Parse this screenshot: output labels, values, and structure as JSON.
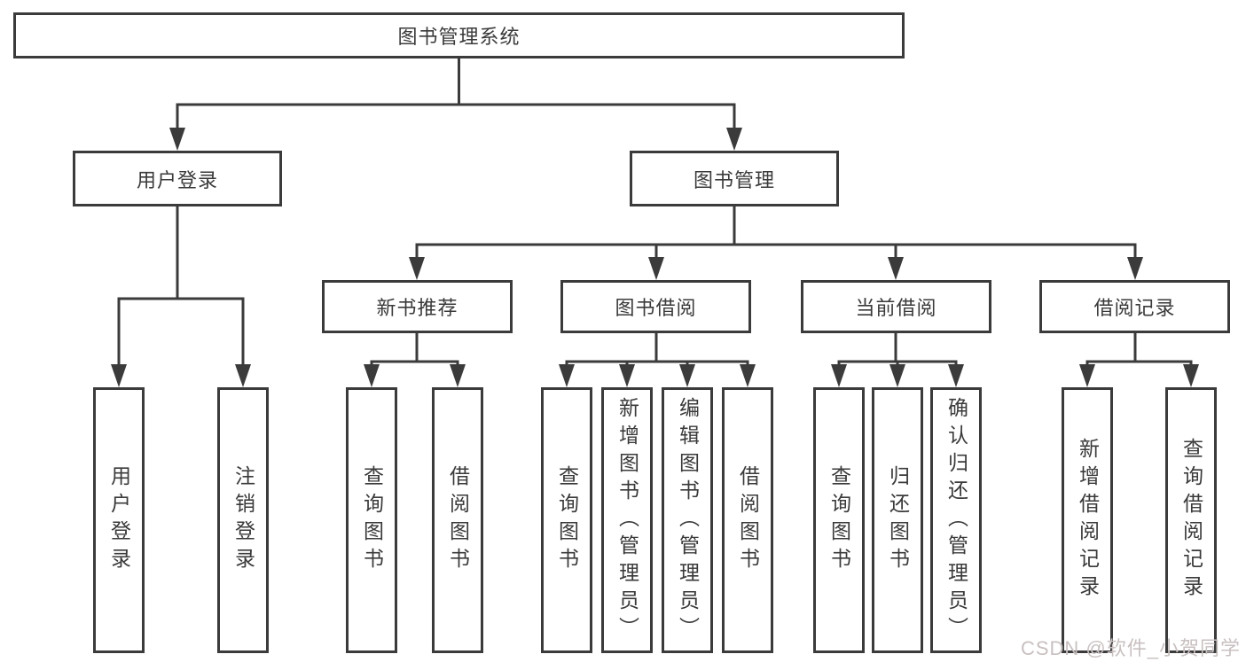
{
  "colors": {
    "line": "#3b3b3b",
    "text": "#3a3a3a",
    "box-bg": "#ffffff",
    "watermark": "#c9c0c0"
  },
  "diagram": {
    "type": "hierarchy-tree",
    "root": {
      "label": "图书管理系统"
    },
    "branches": [
      {
        "label": "用户登录",
        "children": [
          {
            "label": "用户登录"
          },
          {
            "label": "注销登录"
          }
        ]
      },
      {
        "label": "图书管理",
        "children": [
          {
            "label": "新书推荐",
            "children": [
              {
                "label": "查询图书"
              },
              {
                "label": "借阅图书"
              }
            ]
          },
          {
            "label": "图书借阅",
            "children": [
              {
                "label": "查询图书"
              },
              {
                "label": "新增图书（管理员）"
              },
              {
                "label": "编辑图书（管理员）"
              },
              {
                "label": "借阅图书"
              }
            ]
          },
          {
            "label": "当前借阅",
            "children": [
              {
                "label": "查询图书"
              },
              {
                "label": "归还图书"
              },
              {
                "label": "确认归还（管理员）"
              }
            ]
          },
          {
            "label": "借阅记录",
            "children": [
              {
                "label": "新增借阅记录"
              },
              {
                "label": "查询借阅记录"
              }
            ]
          }
        ]
      }
    ]
  },
  "watermark": {
    "text": "CSDN @软件_小贺同学"
  }
}
